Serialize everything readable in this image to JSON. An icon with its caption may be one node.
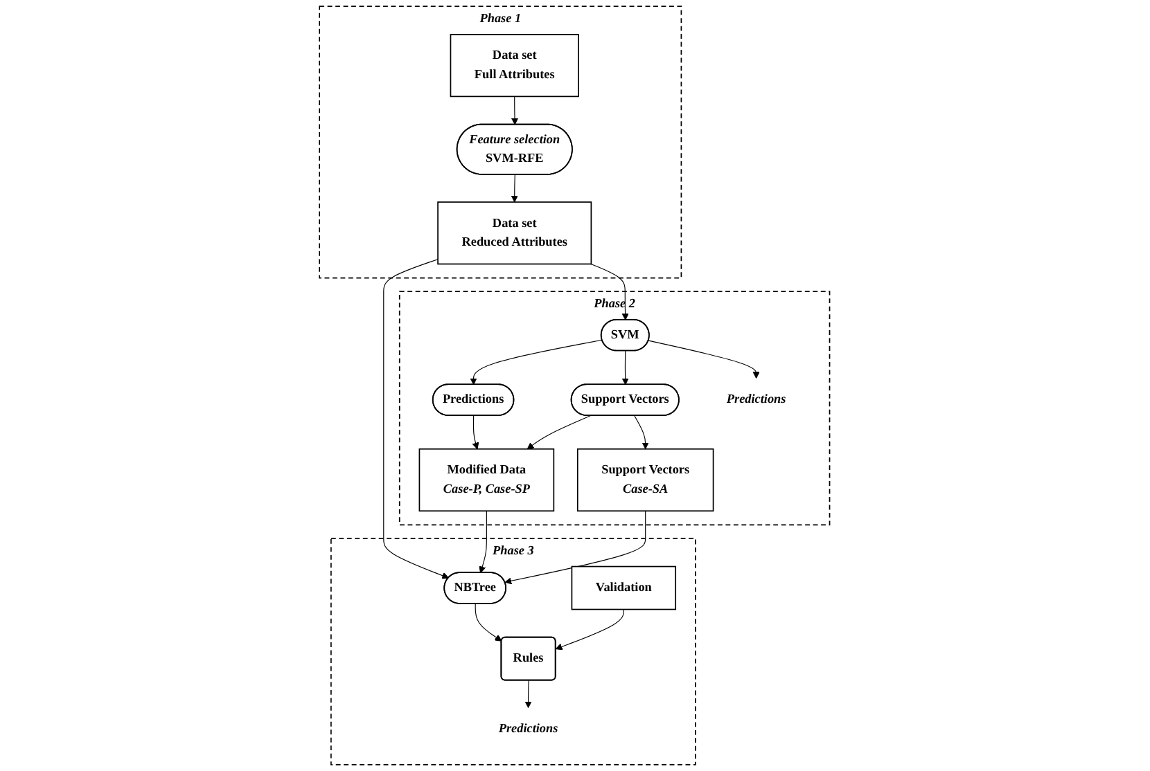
{
  "diagram": {
    "nodes": [
      {
        "text": [
          "Phase 1"
        ]
      },
      {
        "text": [
          "Data set",
          "Full Attributes"
        ],
        "in": 0
      },
      {
        "text": [
          "Feature selection",
          "SVM-RFE"
        ],
        "in": 0
      },
      {
        "text": [
          "Data set",
          "Reduced Attributes"
        ],
        "in": 0
      },
      {
        "text": [
          "Phase 2"
        ]
      },
      {
        "text": [
          "Modified Data",
          "Case-P, Case-SP"
        ],
        "in": 4
      },
      {
        "text": [
          "Predictions"
        ],
        "in": 4
      },
      {
        "text": [
          "Support Vectors"
        ],
        "in": 4
      },
      {
        "text": [
          "SVM"
        ],
        "in": 4
      },
      {
        "text": [
          "Support Vectors",
          "Case-SA"
        ],
        "in": 4
      },
      {
        "text": [
          "Predictions"
        ],
        "in": 4
      },
      {
        "text": [
          "Phase 3"
        ]
      },
      {
        "text": [
          "NBTree"
        ],
        "in": 11
      },
      {
        "text": [
          "Validation"
        ],
        "in": 11
      },
      {
        "text": [
          "Rules"
        ],
        "in": 11
      },
      {
        "text": [
          "Predictions"
        ],
        "in": 11
      }
    ],
    "edges": [
      {
        "from": 1,
        "to": 2,
        "arrow": "to"
      },
      {
        "from": 2,
        "to": 3,
        "arrow": "to"
      },
      {
        "from": 3,
        "to": 8,
        "arrow": "to"
      },
      {
        "from": 3,
        "to": 12,
        "arrow": "to"
      },
      {
        "from": 8,
        "to": 6,
        "arrow": "to"
      },
      {
        "from": 8,
        "to": 7,
        "arrow": "to"
      },
      {
        "from": 6,
        "to": 5,
        "arrow": "to"
      },
      {
        "from": 7,
        "to": 5,
        "arrow": "to"
      },
      {
        "from": 7,
        "to": 9,
        "arrow": "to"
      },
      {
        "from": 8,
        "to": 10,
        "arrow": "to"
      },
      {
        "from": 5,
        "to": 12,
        "arrow": "to"
      },
      {
        "from": 9,
        "to": 12,
        "arrow": "to"
      },
      {
        "from": 12,
        "to": 14,
        "arrow": "to"
      },
      {
        "from": 13,
        "to": 14,
        "arrow": "to"
      },
      {
        "from": 14,
        "to": 15,
        "arrow": "to"
      }
    ]
  }
}
